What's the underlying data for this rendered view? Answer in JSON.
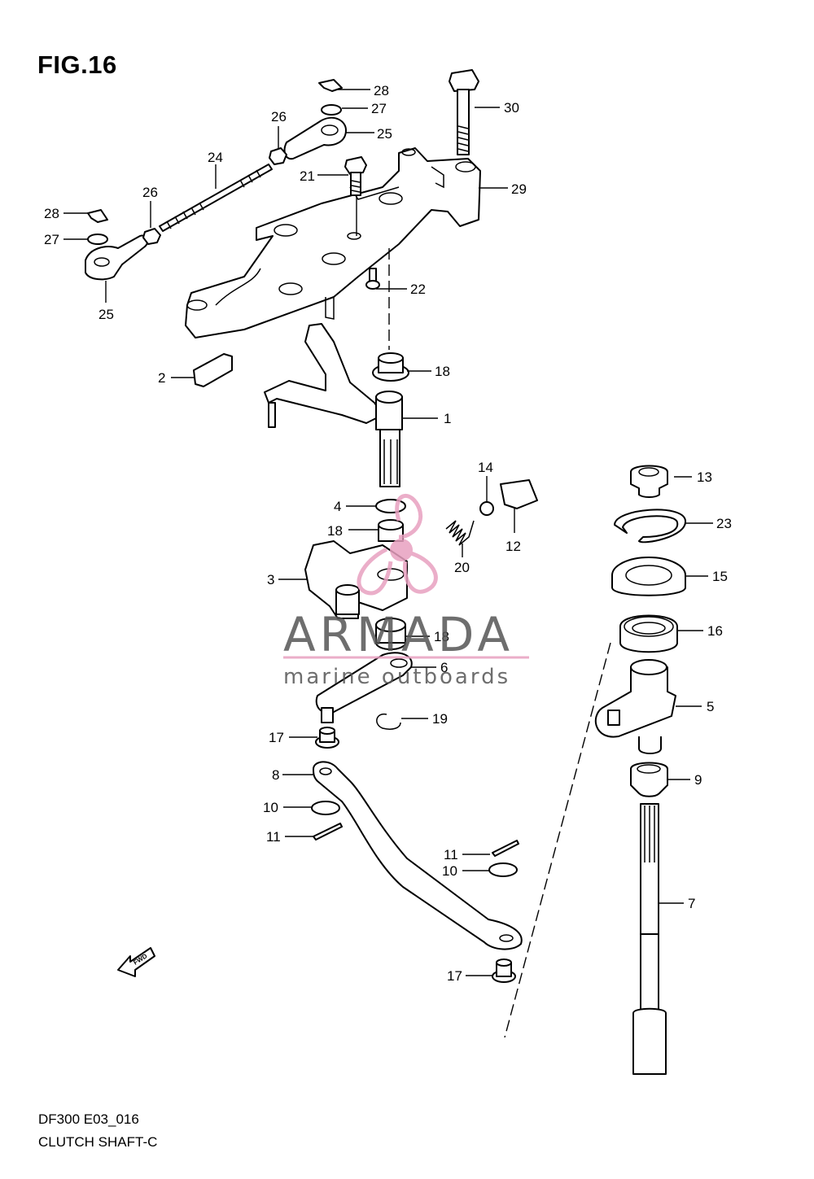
{
  "figure": {
    "title": "FIG.16",
    "model_code": "DF300 E03_016",
    "section_name": "CLUTCH SHAFT-C"
  },
  "watermark": {
    "brand": "ARMADA",
    "tagline": "marine outboards",
    "accent_color": "#e8a0c0"
  },
  "direction_marker": "FWD",
  "callouts": {
    "c1": "1",
    "c2": "2",
    "c3": "3",
    "c4": "4",
    "c5": "5",
    "c6": "6",
    "c7": "7",
    "c8": "8",
    "c9": "9",
    "c10a": "10",
    "c10b": "10",
    "c11a": "11",
    "c11b": "11",
    "c12": "12",
    "c13": "13",
    "c14": "14",
    "c15": "15",
    "c16": "16",
    "c17a": "17",
    "c17b": "17",
    "c18a": "18",
    "c18b": "18",
    "c18c": "18",
    "c19": "19",
    "c20": "20",
    "c21": "21",
    "c22": "22",
    "c23": "23",
    "c24": "24",
    "c25a": "25",
    "c25b": "25",
    "c26a": "26",
    "c26b": "26",
    "c27a": "27",
    "c27b": "27",
    "c28a": "28",
    "c28b": "28",
    "c29": "29",
    "c30": "30"
  }
}
